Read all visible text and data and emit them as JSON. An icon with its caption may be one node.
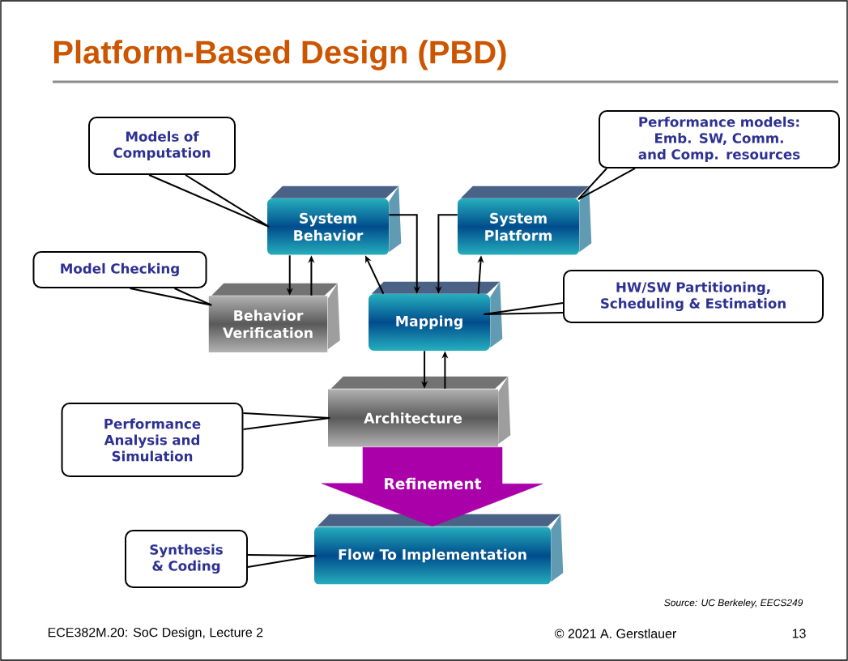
{
  "diagram": {
    "title": "Platform-Based Design (PBD)",
    "nodes": [
      {
        "text": [
          "System Behavior"
        ]
      },
      {
        "text": [
          "System Platform"
        ]
      },
      {
        "text": [
          "Behavior Verification"
        ]
      },
      {
        "text": [
          "Mapping"
        ]
      },
      {
        "text": [
          "Architecture"
        ]
      },
      {
        "text": [
          "Flow To Implementation"
        ]
      },
      {
        "text": [
          "Models of Computation"
        ]
      },
      {
        "text": [
          "Performance models: Emb. SW, Comm. and Comp. resources"
        ]
      },
      {
        "text": [
          "Model Checking"
        ]
      },
      {
        "text": [
          "HW/SW Partitioning, Scheduling & Estimation"
        ]
      },
      {
        "text": [
          "Performance Analysis and Simulation"
        ]
      },
      {
        "text": [
          "Synthesis & Coding"
        ]
      }
    ],
    "edges": [
      {
        "from": 0,
        "to": 2,
        "arrow": "to"
      },
      {
        "from": 2,
        "to": 0,
        "arrow": "to"
      },
      {
        "from": 0,
        "to": 3,
        "arrow": "to"
      },
      {
        "from": 1,
        "to": 3,
        "arrow": "to"
      },
      {
        "from": 3,
        "to": 0,
        "arrow": "to"
      },
      {
        "from": 3,
        "to": 1,
        "arrow": "to"
      },
      {
        "from": 3,
        "to": 4,
        "arrow": "to"
      },
      {
        "from": 4,
        "to": 3,
        "arrow": "to"
      },
      {
        "from": 4,
        "to": 5,
        "arrow": "to",
        "label": "Refinement",
        "style": "thick",
        "color": "#aa00aa"
      },
      {
        "from": 6,
        "to": 0,
        "arrow": "none"
      },
      {
        "from": 7,
        "to": 1,
        "arrow": "none"
      },
      {
        "from": 8,
        "to": 2,
        "arrow": "none"
      },
      {
        "from": 9,
        "to": 3,
        "arrow": "none"
      },
      {
        "from": 10,
        "to": 4,
        "arrow": "none"
      },
      {
        "from": 11,
        "to": 5,
        "arrow": "none"
      }
    ],
    "labels": [
      "Source: UC Berkeley, EECS249",
      "ECE382M.20: SoC Design, Lecture 2",
      "© 2021 A. Gerstlauer",
      "13"
    ]
  }
}
